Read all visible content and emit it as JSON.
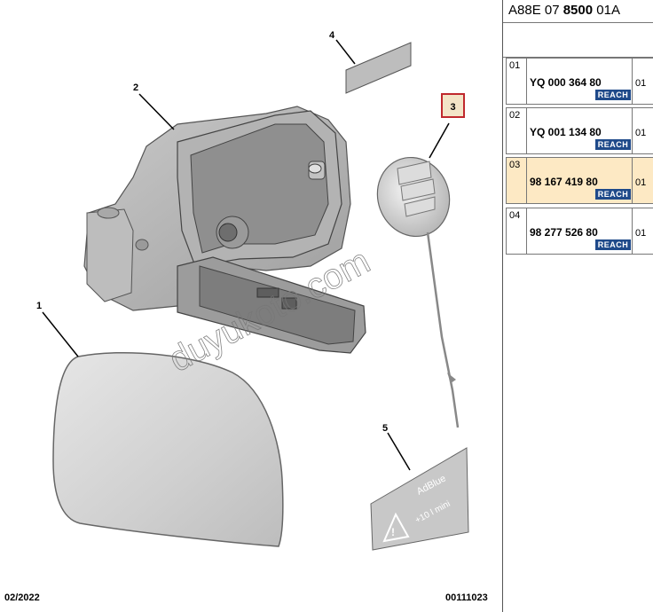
{
  "footer": {
    "date": "02/2022",
    "drawing_number": "00111023"
  },
  "watermark": "duyukoto.com",
  "callouts": [
    "1",
    "2",
    "3",
    "4",
    "5"
  ],
  "highlighted_callout": "3",
  "adblue_label": {
    "name": "AdBlue",
    "volume": "+10 l mini"
  },
  "panel": {
    "ref_prefix": "A88E 07",
    "ref_bold": "8500",
    "ref_suffix": "01A",
    "rows": [
      {
        "index": "01",
        "part_number": "YQ 000 364 80",
        "badge": "REACH",
        "qty": "01"
      },
      {
        "index": "02",
        "part_number": "YQ 001 134 80",
        "badge": "REACH",
        "qty": "01"
      },
      {
        "index": "03",
        "part_number": "98 167 419 80",
        "badge": "REACH",
        "qty": "01"
      },
      {
        "index": "04",
        "part_number": "98 277 526 80",
        "badge": "REACH",
        "qty": "01"
      }
    ]
  },
  "colors": {
    "highlight_row": "#fde9c4",
    "callout_frame": "#c0282d",
    "badge": "#1f4a8a"
  }
}
